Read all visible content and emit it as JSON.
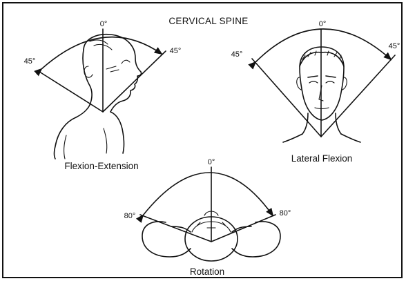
{
  "title": "CERVICAL SPINE",
  "panels": {
    "flexion_extension": {
      "caption": "Flexion-Extension",
      "label_center": "0°",
      "label_left": "45°",
      "label_right": "45°"
    },
    "lateral_flexion": {
      "caption": "Lateral Flexion",
      "label_center": "0°",
      "label_left": "45°",
      "label_right": "45°"
    },
    "rotation": {
      "caption": "Rotation",
      "label_center": "0°",
      "label_left": "80°",
      "label_right": "80°"
    }
  },
  "colors": {
    "ink": "#111111",
    "background": "#ffffff"
  }
}
